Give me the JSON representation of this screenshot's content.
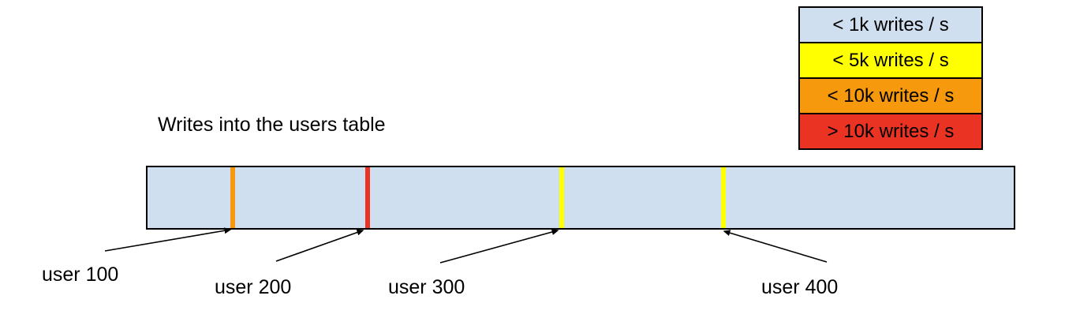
{
  "title": "Writes into the users table",
  "colors": {
    "table_fill": "#cfdff0",
    "lt_1k": "#cfdff0",
    "lt_5k": "#ffff00",
    "lt_10k": "#f6990d",
    "gt_10k": "#ea3323",
    "border": "#000000"
  },
  "legend": {
    "items": [
      {
        "label": "< 1k writes / s",
        "color": "#cfdff0"
      },
      {
        "label": "< 5k writes / s",
        "color": "#ffff00"
      },
      {
        "label": "< 10k writes / s",
        "color": "#f6990d"
      },
      {
        "label": "> 10k writes / s",
        "color": "#ea3323"
      }
    ]
  },
  "bar": {
    "fill": "#cfdff0",
    "markers": [
      {
        "user": "user 100",
        "rate_class": "< 10k writes / s",
        "color": "#f6990d",
        "position_pct": "9.6%"
      },
      {
        "user": "user 200",
        "rate_class": "> 10k writes / s",
        "color": "#ea3323",
        "position_pct": "25.1%"
      },
      {
        "user": "user 300",
        "rate_class": "< 5k writes / s",
        "color": "#ffff00",
        "position_pct": "47.5%"
      },
      {
        "user": "user 400",
        "rate_class": "< 5k writes / s",
        "color": "#ffff00",
        "position_pct": "66.2%"
      }
    ]
  },
  "labels": [
    {
      "text": "user 100"
    },
    {
      "text": "user 200"
    },
    {
      "text": "user 300"
    },
    {
      "text": "user 400"
    }
  ]
}
